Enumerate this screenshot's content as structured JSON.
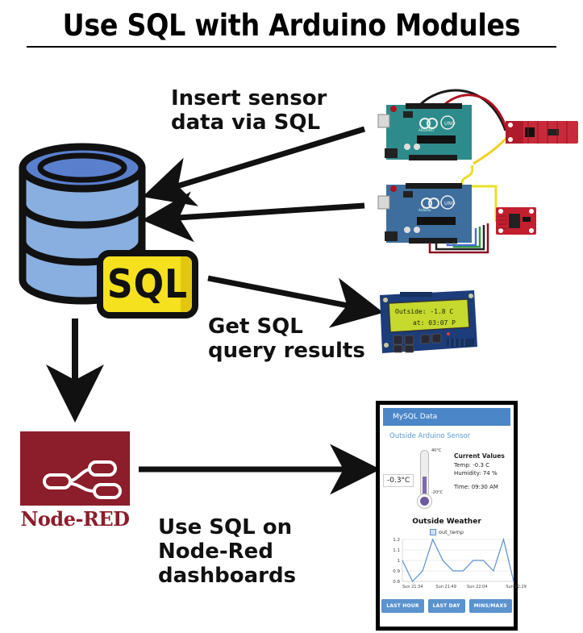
{
  "title": "Use SQL with Arduino Modules",
  "annotations": {
    "insert": "Insert sensor\ndata via SQL",
    "get": "Get SQL\nquery results",
    "use": "Use SQL on\nNode-Red\ndashboards"
  },
  "database": {
    "badge_label": "SQL",
    "body_color": "#89AEE0",
    "top_color": "#5A7FCC",
    "badge_color": "#F5E11E"
  },
  "nodered": {
    "label": "Node-RED",
    "brand_color": "#8C1D2A"
  },
  "arduino_boards": [
    {
      "silk": "UNO",
      "brand": "ARDUINO",
      "board_color": "#2E8B8B",
      "sensor_color": "#C92A3A"
    },
    {
      "silk": "UNO",
      "brand": "Arduino",
      "board_color": "#3E6E9E",
      "sensor_color": "#C31F2E"
    }
  ],
  "lcd": {
    "line1": "Outside: -1.8 C",
    "line2": "at: 03:07 P",
    "screen_color": "#C6D92E",
    "pcb_color": "#1C3C7A"
  },
  "dashboard": {
    "header": "MySQL Data",
    "subtitle": "Outside Arduino Sensor",
    "thermometer": {
      "reading": "-0.3°C",
      "tick_high": "40°C",
      "tick_low": "-20°C"
    },
    "values": {
      "heading": "Current Values",
      "temp": "Temp: -0.3 C",
      "humidity": "Humidity: 74 %",
      "time": "Time: 09:30 AM"
    },
    "buttons": [
      "LAST HOUR",
      "LAST DAY",
      "MINS/MAXS"
    ],
    "chart_data": {
      "type": "line",
      "title": "Outside Weather",
      "legend": [
        "out_temp"
      ],
      "legend_position": "top-center",
      "xlabel": "",
      "ylabel": "",
      "ylim": [
        0.8,
        1.2
      ],
      "yticks": [
        0.8,
        0.9,
        1,
        1.1,
        1.2
      ],
      "xticks": [
        "Sun 21:34",
        "Sun 21:49",
        "Sun 22:04",
        "Sun 22:29"
      ],
      "grid": true,
      "series": [
        {
          "name": "out_temp",
          "values": [
            1.0,
            0.8,
            0.9,
            1.2,
            1.0,
            0.9,
            0.9,
            1.0,
            1.0,
            0.9,
            1.2,
            0.8
          ]
        }
      ],
      "line_color": "#5A8FD0"
    }
  }
}
